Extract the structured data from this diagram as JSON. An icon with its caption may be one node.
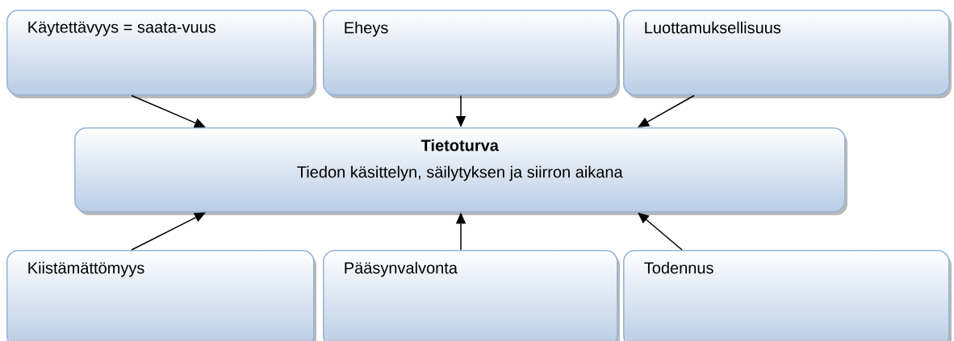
{
  "diagram": {
    "nodes": [
      {
        "text": [
          "Käytettävyys = saata-vuus"
        ]
      },
      {
        "text": [
          "Eheys"
        ]
      },
      {
        "text": [
          "Luottamuksellisuus"
        ]
      },
      {
        "text": [
          "Tietoturva",
          "Tiedon käsittelyn, säilytyksen ja siirron aikana"
        ]
      },
      {
        "text": [
          "Kiistämättömyys"
        ]
      },
      {
        "text": [
          "Pääsynvalvonta"
        ]
      },
      {
        "text": [
          "Todennus"
        ]
      }
    ],
    "edges": [
      {
        "from": 0,
        "to": 3,
        "arrow": "to"
      },
      {
        "from": 1,
        "to": 3,
        "arrow": "to"
      },
      {
        "from": 2,
        "to": 3,
        "arrow": "to"
      },
      {
        "from": 4,
        "to": 3,
        "arrow": "to"
      },
      {
        "from": 5,
        "to": 3,
        "arrow": "to"
      },
      {
        "from": 6,
        "to": 3,
        "arrow": "to"
      }
    ]
  }
}
